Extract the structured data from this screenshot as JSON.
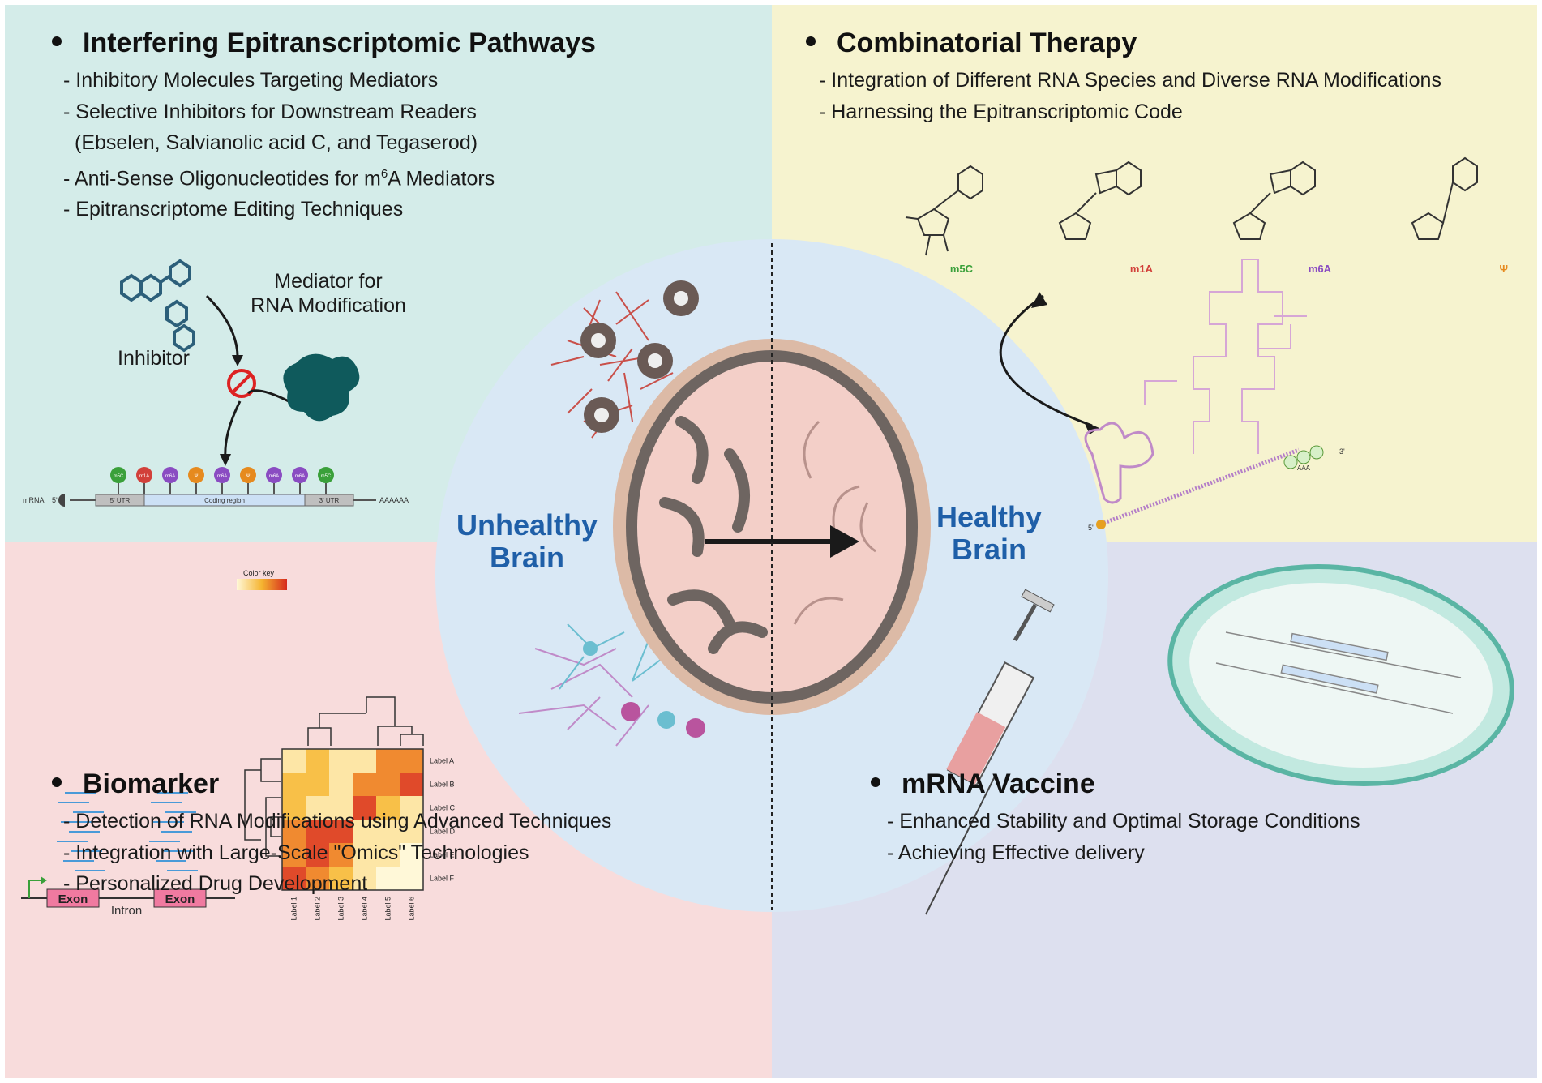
{
  "quadrants": {
    "interfering": {
      "title": "Interfering Epitranscriptomic Pathways",
      "items": [
        "- Inhibitory Molecules Targeting Mediators",
        "- Selective Inhibitors for Downstream Readers",
        "(Ebselen, Salvianolic acid C, and Tegaserod)",
        "- Anti-Sense Oligonucleotides for m",
        "6",
        "A Mediators",
        "- Epitranscriptome Editing Techniques"
      ],
      "inhibitor_label": "Inhibitor",
      "mediator_label_1": "Mediator for",
      "mediator_label_2": "RNA Modification",
      "mrna": {
        "label": "mRNA",
        "cap": "5'",
        "utr5": "5' UTR",
        "coding": "Coding region",
        "utr3": "3' UTR",
        "polya": "AAAAAA",
        "mods": [
          "m5C",
          "m1A",
          "m6A",
          "Ψ",
          "m6A",
          "Ψ",
          "m6A",
          "m6A",
          "m5C"
        ]
      }
    },
    "combinatorial": {
      "title": "Combinatorial Therapy",
      "items": [
        "- Integration of Different RNA Species and Diverse RNA Modifications",
        "- Harnessing the Epitranscriptomic Code"
      ],
      "nucleosides": [
        "m5C",
        "m1A",
        "m6A",
        "Ψ"
      ],
      "strand_label": "AAA",
      "strand_5": "5'",
      "strand_3": "3'"
    },
    "biomarker": {
      "title": "Biomarker",
      "items": [
        "- Detection of RNA Modifications using Advanced Techniques",
        "- Integration with Large-Scale \"Omics\" Technologies",
        "- Personalized Drug Development"
      ],
      "exon": "Exon",
      "intron": "Intron",
      "color_key": "Color key",
      "row_labels": [
        "Label A",
        "Label B",
        "Label C",
        "Label D",
        "Label E",
        "Label F"
      ],
      "col_labels": [
        "Label 1",
        "Label 2",
        "Label 3",
        "Label 4",
        "Label 5",
        "Label 6"
      ]
    },
    "vaccine": {
      "title": "mRNA Vaccine",
      "items": [
        "- Enhanced Stability and Optimal Storage Conditions",
        "- Achieving Effective delivery"
      ]
    }
  },
  "center": {
    "unhealthy_1": "Unhealthy",
    "unhealthy_2": "Brain",
    "healthy_1": "Healthy",
    "healthy_2": "Brain"
  },
  "colors": {
    "mod_m5C": "#3aa03a",
    "mod_m1A": "#d2403a",
    "mod_m6A": "#8a4cc2",
    "mod_psi": "#e68a1e",
    "label_blue": "#1f5fa8"
  }
}
